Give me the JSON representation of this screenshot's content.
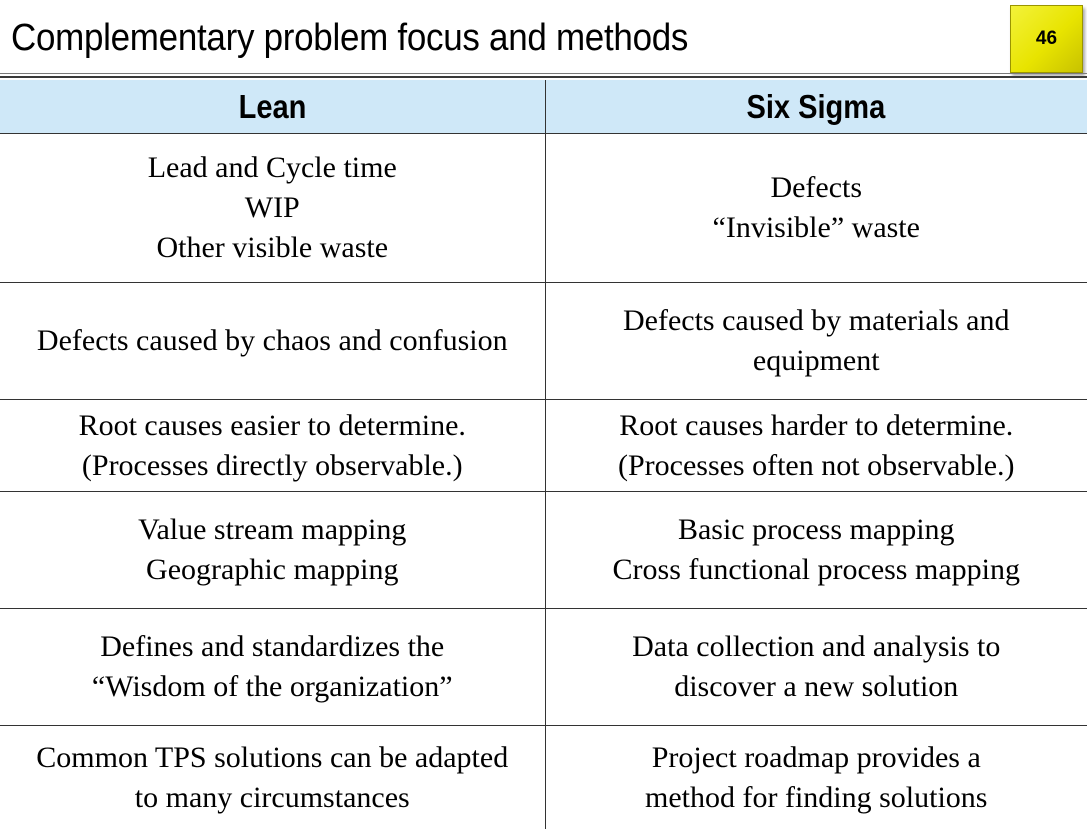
{
  "slide": {
    "title": "Complementary problem focus and methods",
    "page_number": "46",
    "badge_color": "#e8e400",
    "header_bg_color": "#cfe8f8"
  },
  "table": {
    "headers": [
      "Lean",
      "Six Sigma"
    ],
    "rows": [
      {
        "lean": [
          "Lead and Cycle time",
          "WIP",
          "Other visible waste"
        ],
        "six_sigma": [
          "Defects",
          "“Invisible” waste"
        ]
      },
      {
        "lean": [
          "Defects caused by chaos and confusion"
        ],
        "six_sigma": [
          "Defects caused by materials and",
          "equipment"
        ]
      },
      {
        "lean": [
          "Root causes easier to determine.",
          "(Processes directly observable.)"
        ],
        "six_sigma": [
          "Root causes harder to determine.",
          "(Processes often not observable.)"
        ]
      },
      {
        "lean": [
          "Value stream mapping",
          "Geographic mapping"
        ],
        "six_sigma": [
          "Basic process mapping",
          "Cross functional process mapping"
        ]
      },
      {
        "lean": [
          "Defines and standardizes the",
          "“Wisdom of the organization”"
        ],
        "six_sigma": [
          "Data collection and analysis to",
          "discover a new solution"
        ]
      },
      {
        "lean": [
          "Common TPS solutions can be adapted",
          "to many circumstances"
        ],
        "six_sigma": [
          "Project roadmap provides a",
          "method for finding solutions"
        ]
      }
    ]
  }
}
